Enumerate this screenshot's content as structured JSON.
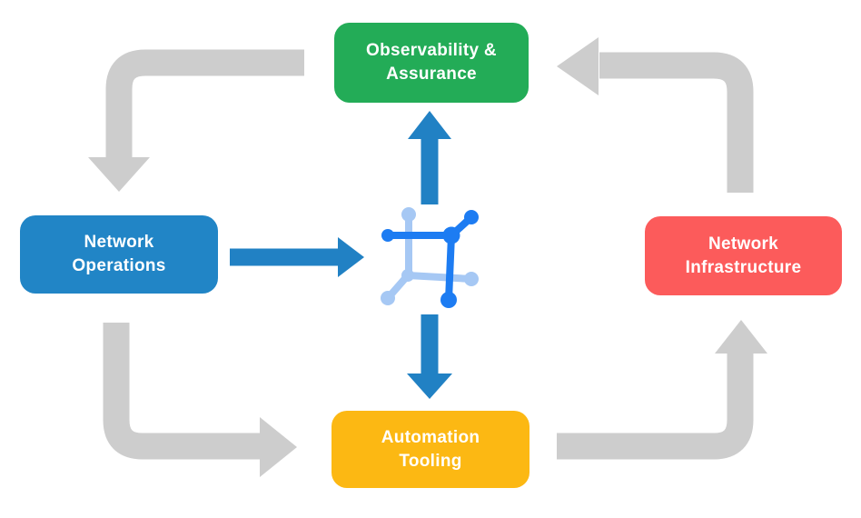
{
  "title": "Network platform cycle diagram",
  "colors": {
    "background": "#ffffff",
    "arrow_gray": "#cdcdcd",
    "arrow_blue": "#2181c4",
    "icon_blue_dark": "#1d7cf2",
    "icon_blue_light": "#a6c8f4",
    "node_green": "#23ac57",
    "node_blue": "#2185c6",
    "node_red": "#fc5b5b",
    "node_yellow": "#fcb813",
    "label_text": "#ffffff"
  },
  "nodes": {
    "observability": {
      "line1": "Observability &",
      "line2": "Assurance"
    },
    "operations": {
      "line1": "Network",
      "line2": "Operations"
    },
    "infrastructure": {
      "line1": "Network",
      "line2": "Infrastructure"
    },
    "automation": {
      "line1": "Automation",
      "line2": "Tooling"
    }
  },
  "icon": {
    "name": "network-fabric-icon"
  }
}
